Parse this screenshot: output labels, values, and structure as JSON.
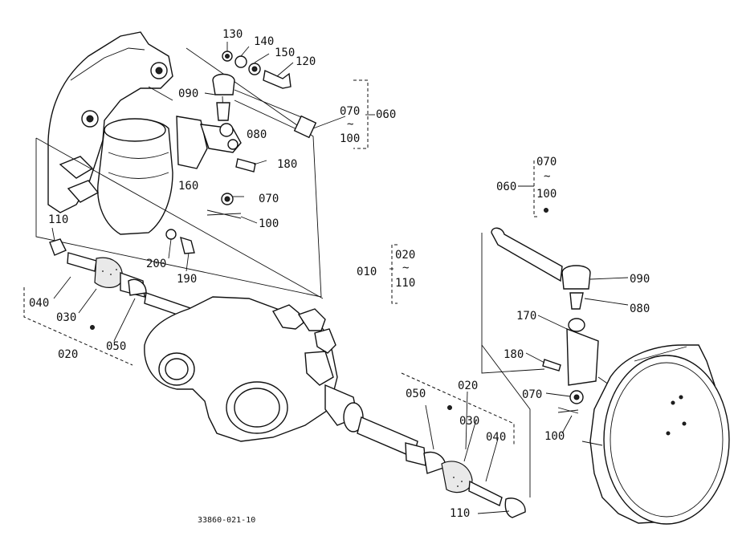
{
  "diagram": {
    "figure_code": "33860-021-10",
    "labels": {
      "p130": "130",
      "p140": "140",
      "p150": "150",
      "p120": "120",
      "p090a": "090",
      "p080a": "080",
      "p070a": "070",
      "p100a": "100",
      "p060a": "060",
      "p180a": "180",
      "p160": "160",
      "p070b": "070",
      "p100b": "100",
      "p110a": "110",
      "p200": "200",
      "p190": "190",
      "p040a": "040",
      "p030a": "030",
      "p050a": "050",
      "p020a": "020",
      "p010": "010",
      "p020b": "020",
      "p110b": "110",
      "p060b": "060",
      "p070c": "070",
      "p100c": "100",
      "p090b": "090",
      "p080b": "080",
      "p170": "170",
      "p180b": "180",
      "p070d": "070",
      "p100d": "100",
      "p050b": "050",
      "p020c": "020",
      "p030b": "030",
      "p040b": "040",
      "p110c": "110"
    }
  }
}
